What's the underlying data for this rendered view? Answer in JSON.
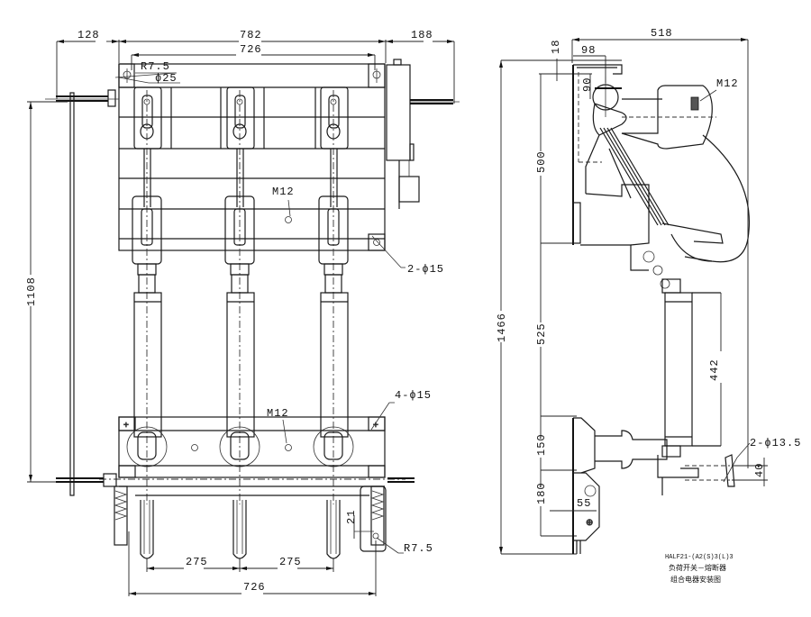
{
  "drawing": {
    "front_view": {
      "dimensions": {
        "overall_left": "128",
        "overall_main": "782",
        "overall_right": "188",
        "mount_span_top": "726",
        "mount_span_bottom": "726",
        "pole_pitch_1": "275",
        "pole_pitch_2": "275",
        "height": "1108",
        "gap_21": "21"
      },
      "callouts": {
        "radius_top": "R7.5",
        "diameter_top": "ϕ25",
        "holes_upper": "2-ϕ15",
        "holes_lower": "4-ϕ15",
        "thread_upper": "M12",
        "thread_lower": "M12",
        "radius_bottom": "R7.5"
      }
    },
    "side_view": {
      "dimensions": {
        "width": "518",
        "offset_98": "98",
        "offset_18": "18",
        "offset_90": "90",
        "height_total": "1466",
        "segment_500": "500",
        "segment_525": "525",
        "segment_150": "150",
        "segment_180": "180",
        "fuse_length": "442",
        "offset_55": "55",
        "hole_spacing": "40"
      },
      "callouts": {
        "thread": "M12",
        "holes": "2-ϕ13.5"
      }
    },
    "title_block": {
      "model": "HALF21-(A2(S)3(L)3",
      "line1": "负荷开关－熔断器",
      "line2": "组合电器安装图"
    }
  }
}
